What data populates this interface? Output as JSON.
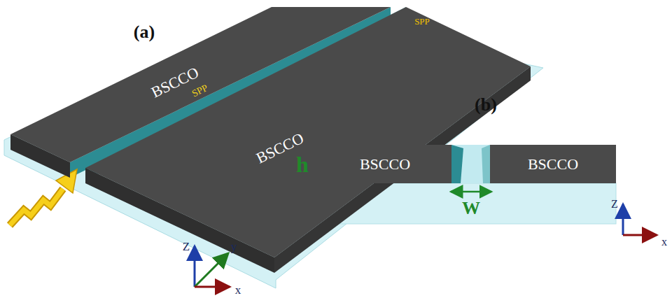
{
  "diagram": {
    "nodes": [
      {
        "text": [
          "BSCCO"
        ]
      },
      {
        "text": [
          "BSCCO"
        ]
      },
      {
        "text": [
          "BSCCO"
        ]
      },
      {
        "text": [
          "BSCCO"
        ]
      }
    ],
    "labels": [
      "(a)",
      "SPP",
      "SPP",
      "Z",
      "y",
      "x",
      "(b)",
      "h",
      "W",
      "Z",
      "x"
    ]
  }
}
